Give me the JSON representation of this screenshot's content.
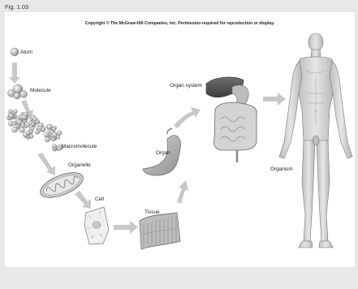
{
  "figure": {
    "label": "Fig. 1.03",
    "copyright": "Copyright © The McGraw-Hill Companies, Inc. Permission required for reproduction or display."
  },
  "levels": [
    {
      "key": "atom",
      "label": "Atom"
    },
    {
      "key": "molecule",
      "label": "Molecule"
    },
    {
      "key": "macromolecule",
      "label": "Macromolecule"
    },
    {
      "key": "organelle",
      "label": "Organelle"
    },
    {
      "key": "cell",
      "label": "Cell"
    },
    {
      "key": "tissue",
      "label": "Tissue"
    },
    {
      "key": "organ",
      "label": "Organ"
    },
    {
      "key": "organ_system",
      "label": "Organ system"
    },
    {
      "key": "organism",
      "label": "Organism"
    }
  ],
  "colors": {
    "background": "#e8e8e8",
    "panel": "#ffffff",
    "arrow": "#c8c8c8",
    "tissue": "#b8b8b8",
    "organ": "#a9a9a9",
    "skin": "#d9d9d9"
  }
}
